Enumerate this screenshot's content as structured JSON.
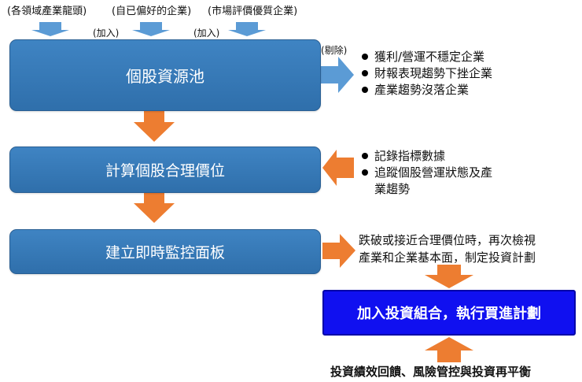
{
  "sources": [
    "(各領域產業龍頭)",
    "(自已偏好的企業)",
    "(市場評價優質企業)"
  ],
  "join_labels": [
    "(加入)",
    "(加入)"
  ],
  "remove_label": "(剔除)",
  "boxes": {
    "pool": "個股資源池",
    "calc": "計算個股合理價位",
    "monitor": "建立即時監控面板",
    "portfolio": "加入投資組合，執行買進計劃"
  },
  "removed_items": [
    "獲利/營運不穩定企業",
    "財報表現趨勢下挫企業",
    "產業趨勢沒落企業"
  ],
  "record_items": [
    "記錄指標數據",
    "追蹤個股營運狀態及產",
    "業趨勢"
  ],
  "trigger_text": [
    "跌破或接近合理價位時，再次檢視",
    "產業和企業基本面，制定投資計劃"
  ],
  "bottom_text": "投資績效回饋、風險管控與投資再平衡",
  "colors": {
    "box_blue": "#3a7ebf",
    "arrow_blue": "#5b9bd5",
    "arrow_orange": "#ed7d31",
    "portfolio_blue": "#1010f0"
  }
}
